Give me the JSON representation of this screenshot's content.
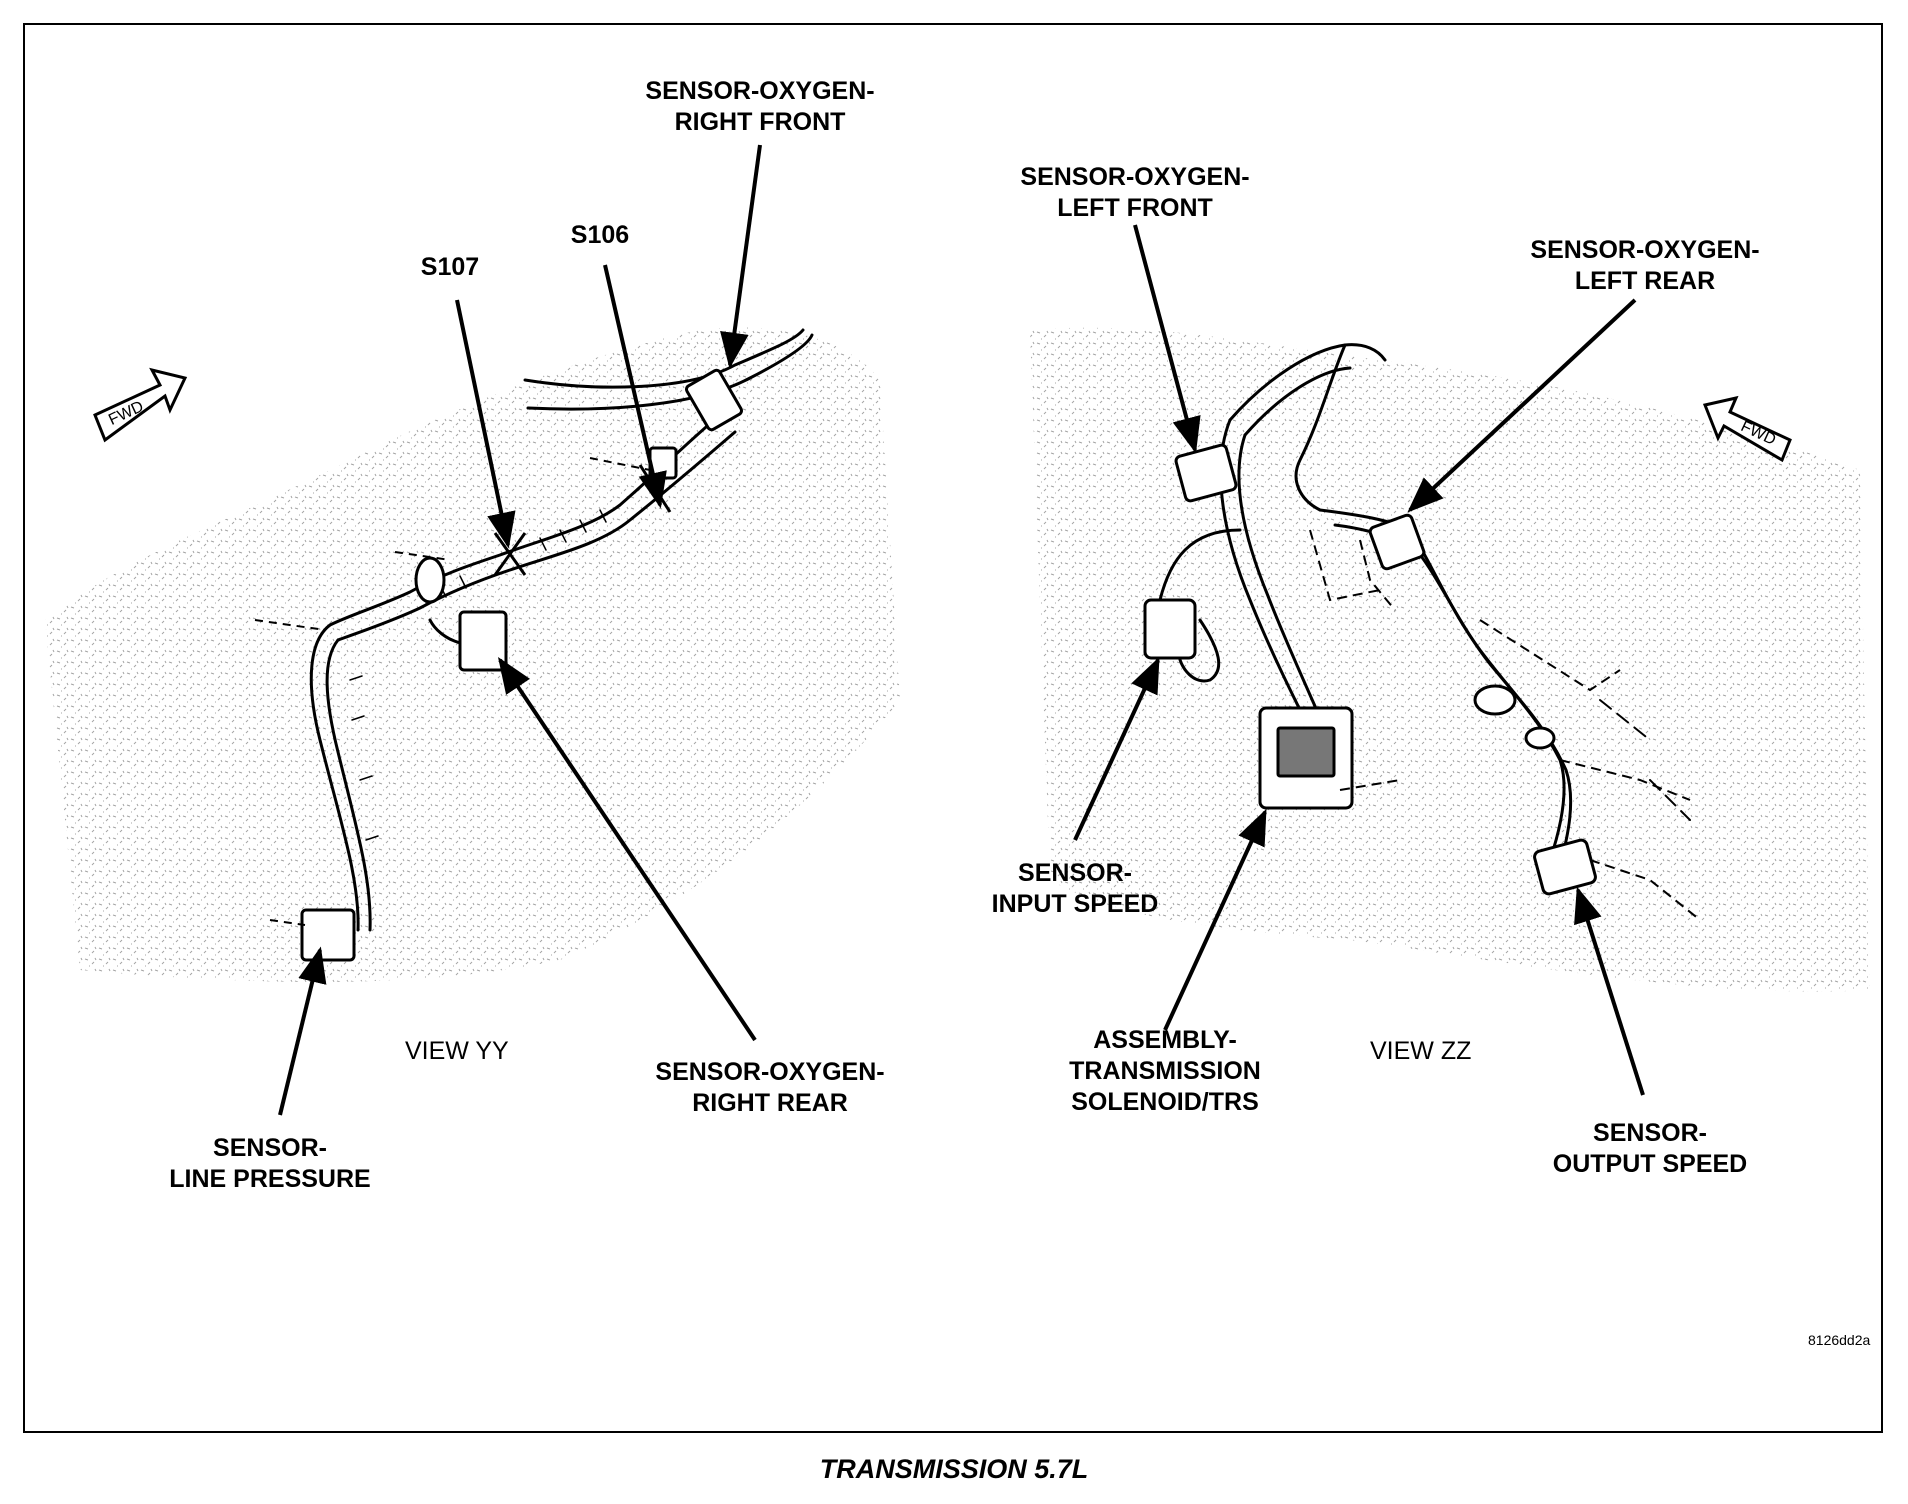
{
  "labels": {
    "o2_right_front": [
      "SENSOR-OXYGEN-",
      "RIGHT FRONT"
    ],
    "s107": "S107",
    "s106": "S106",
    "o2_right_rear": [
      "SENSOR-OXYGEN-",
      "RIGHT REAR"
    ],
    "line_pressure": [
      "SENSOR-",
      "LINE PRESSURE"
    ],
    "view_yy": "VIEW YY",
    "o2_left_front": [
      "SENSOR-OXYGEN-",
      "LEFT FRONT"
    ],
    "o2_left_rear": [
      "SENSOR-OXYGEN-",
      "LEFT REAR"
    ],
    "input_speed": [
      "SENSOR-",
      "INPUT SPEED"
    ],
    "solenoid_trs": [
      "ASSEMBLY-",
      "TRANSMISSION",
      "SOLENOID/TRS"
    ],
    "view_zz": "VIEW ZZ",
    "output_speed": [
      "SENSOR-",
      "OUTPUT SPEED"
    ],
    "fwd_left": "FWD",
    "fwd_right": "FWD"
  },
  "figure_ref": "8126dd2a",
  "caption": "TRANSMISSION 5.7L",
  "icons": [
    "fwd-arrow-icon",
    "connector-icon",
    "splice-marker-icon"
  ]
}
